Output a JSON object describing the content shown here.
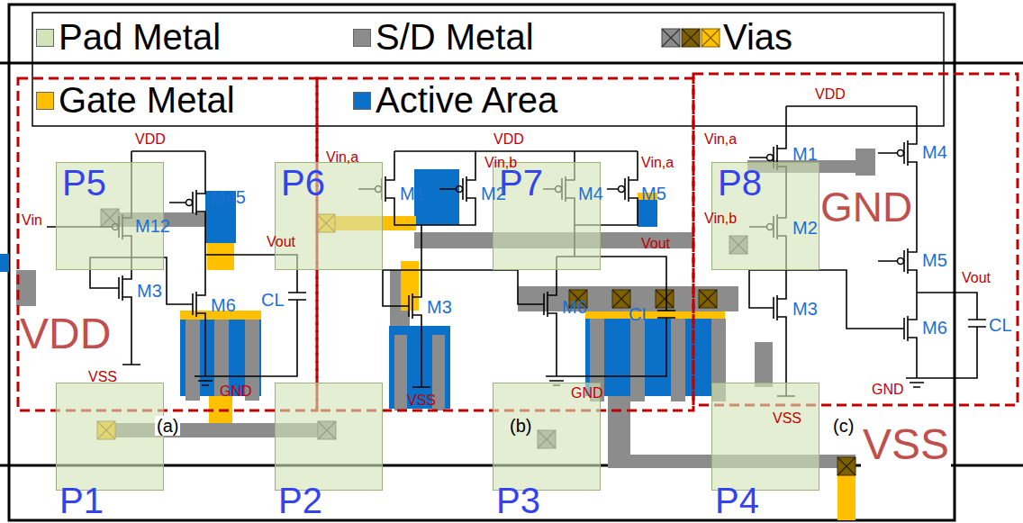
{
  "diagram": {
    "nodes": [
      {
        "text": [
          "P5"
        ]
      },
      {
        "text": [
          "P6"
        ]
      },
      {
        "text": [
          "P7"
        ]
      },
      {
        "text": [
          "P8"
        ]
      },
      {
        "text": [
          "P1"
        ]
      },
      {
        "text": [
          "P2"
        ]
      },
      {
        "text": [
          "P3"
        ]
      },
      {
        "text": [
          "P4"
        ]
      }
    ],
    "labels": [
      "VDD",
      "Vin",
      "M12",
      "M45",
      "M3",
      "M6",
      "CL",
      "Vout",
      "VSS",
      "GND",
      "(a)",
      "VDD",
      "Vin,b",
      "Vin,a",
      "Vin,a",
      "M1",
      "M2",
      "M4",
      "M5",
      "Vout",
      "M3",
      "M6",
      "CL",
      "VSS",
      "GND",
      "(b)",
      "VDD",
      "Vin,a",
      "Vin,b",
      "M1",
      "M2",
      "M4",
      "M5",
      "M3",
      "M6",
      "Vout",
      "CL",
      "VSS",
      "GND",
      "(c)",
      "VDD",
      "GND",
      "VSS"
    ],
    "legend": [
      {
        "text": "Pad Metal",
        "color": "#d4e4b8"
      },
      {
        "text": "S/D Metal",
        "color": "#8c8c8c"
      },
      {
        "text": "Vias"
      },
      {
        "text": "Gate Metal",
        "color": "#ffc000"
      },
      {
        "text": "Active Area",
        "color": "#0a70c8"
      }
    ]
  }
}
